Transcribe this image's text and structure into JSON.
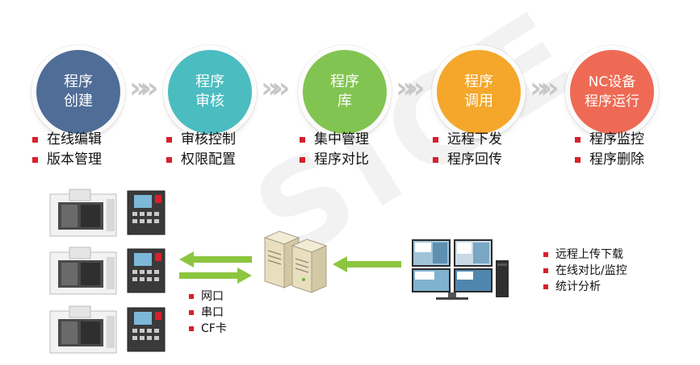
{
  "stages": [
    {
      "line1": "程序",
      "line2": "创建",
      "color": "#4f6d96",
      "bullets": [
        "在线编辑",
        "版本管理"
      ]
    },
    {
      "line1": "程序",
      "line2": "审核",
      "color": "#4bbcc0",
      "bullets": [
        "审核控制",
        "权限配置"
      ]
    },
    {
      "line1": "程序",
      "line2": "库",
      "color": "#82c451",
      "bullets": [
        "集中管理",
        "程序对比"
      ]
    },
    {
      "line1": "程序",
      "line2": "调用",
      "color": "#f4a72a",
      "bullets": [
        "远程下发",
        "程序回传"
      ]
    },
    {
      "line1": "NC设备",
      "line2": "程序运行",
      "color": "#ee6a55",
      "bullets": [
        "程序监控",
        "程序删除"
      ]
    }
  ],
  "arrow_glyph": "»",
  "connections": [
    "网口",
    "串口",
    "CF卡"
  ],
  "pc_features": [
    "远程上传下载",
    "在线对比/监控",
    "统计分析"
  ],
  "watermark": "SIGE",
  "icons": {
    "machine": "cnc-machine-icon",
    "server": "server-icon",
    "computer": "workstation-icon"
  },
  "colors": {
    "bullet": "#d6202e",
    "arrow_green": "#8cc63f",
    "chevron": "#c8c8c8"
  }
}
